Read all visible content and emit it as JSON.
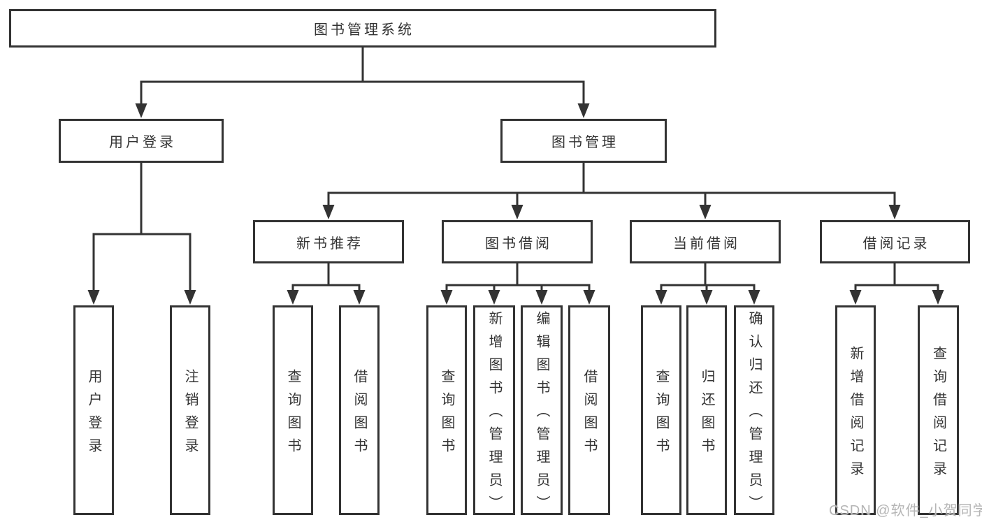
{
  "diagram": {
    "type": "tree",
    "title": "图书管理系统",
    "colors": {
      "line": "#333333",
      "box_border": "#333333",
      "box_background": "#ffffff",
      "text": "#333333",
      "background": "#ffffff",
      "watermark": "#b5b5b5"
    },
    "nodes": {
      "root": "图书管理系统",
      "user_login": "用户登录",
      "book_mgmt": "图书管理",
      "new_book": "新书推荐",
      "book_borrow": "图书借阅",
      "current_borrow": "当前借阅",
      "borrow_records": "借阅记录",
      "a1": "用户登录",
      "a2": "注销登录",
      "b1": "查询图书",
      "b2": "借阅图书",
      "c1": "查询图书",
      "c2": "新增图书（管理员）",
      "c3": "编辑图书（管理员）",
      "c4": "借阅图书",
      "d1": "查询图书",
      "d2": "归还图书",
      "d3": "确认归还（管理员）",
      "e1": "新增借阅记录",
      "e2": "查询借阅记录"
    },
    "hierarchy": {
      "图书管理系统": {
        "用户登录": [
          "用户登录",
          "注销登录"
        ],
        "图书管理": {
          "新书推荐": [
            "查询图书",
            "借阅图书"
          ],
          "图书借阅": [
            "查询图书",
            "新增图书（管理员）",
            "编辑图书（管理员）",
            "借阅图书"
          ],
          "当前借阅": [
            "查询图书",
            "归还图书",
            "确认归还（管理员）"
          ],
          "借阅记录": [
            "新增借阅记录",
            "查询借阅记录"
          ]
        }
      }
    },
    "watermark": "CSDN @软件_小贺同学"
  }
}
